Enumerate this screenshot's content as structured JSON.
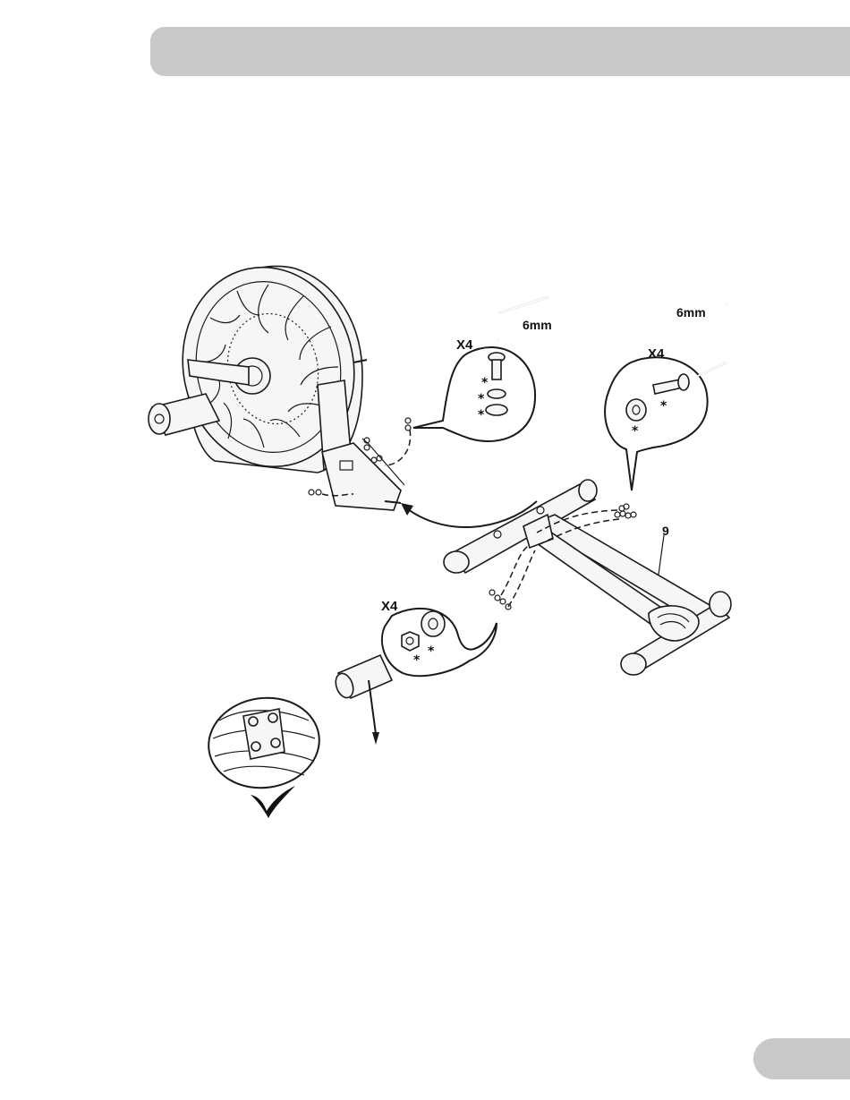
{
  "callouts": {
    "top": {
      "qty": "X4",
      "tool": "6mm",
      "mark": "*"
    },
    "right": {
      "qty": "X4",
      "tool": "6mm",
      "mark": "*"
    },
    "bottom": {
      "qty": "X4",
      "mark": "*"
    }
  },
  "part_number": "9"
}
